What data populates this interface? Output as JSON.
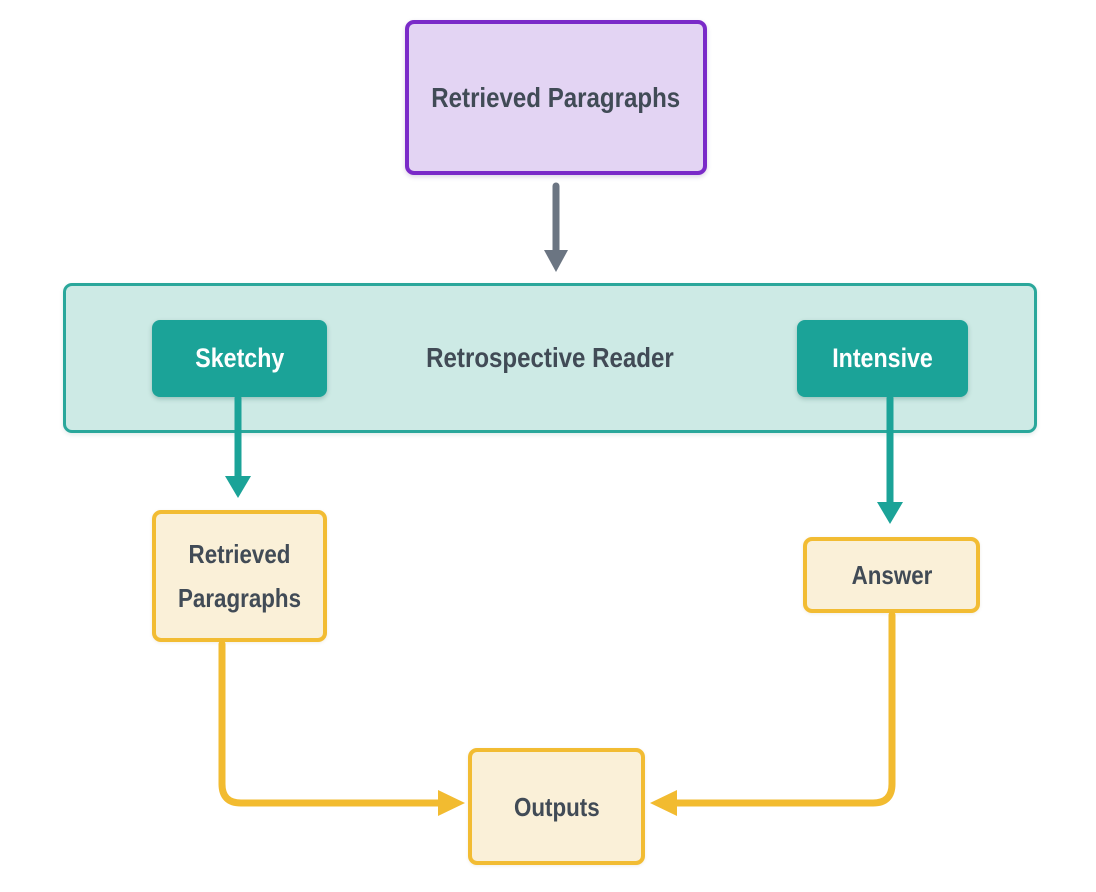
{
  "diagram": {
    "nodes": {
      "retrieved_top": {
        "label": "Retrieved Paragraphs"
      },
      "reader": {
        "label": "Retrospective Reader"
      },
      "sketchy": {
        "label": "Sketchy"
      },
      "intensive": {
        "label": "Intensive"
      },
      "retrieved_left": {
        "label": "Retrieved Paragraphs"
      },
      "answer": {
        "label": "Answer"
      },
      "outputs": {
        "label": "Outputs"
      }
    },
    "edges": [
      {
        "from": "retrieved_top",
        "to": "reader",
        "style": "gray-arrow"
      },
      {
        "from": "sketchy",
        "to": "retrieved_left",
        "style": "teal-arrow"
      },
      {
        "from": "intensive",
        "to": "answer",
        "style": "teal-arrow"
      },
      {
        "from": "retrieved_left",
        "to": "outputs",
        "style": "yellow-elbow-arrow"
      },
      {
        "from": "answer",
        "to": "outputs",
        "style": "yellow-elbow-arrow"
      }
    ]
  },
  "colors": {
    "purple-border": "#7a2ac8",
    "purple-fill": "#e3d4f3",
    "teal-border": "#2aa79b",
    "teal-fill": "#cdeae5",
    "teal-solid": "#1ba398",
    "gray-arrow": "#6b7582",
    "yellow-border": "#f2bc33",
    "yellow-fill": "#faf0d8",
    "yellow-line": "#f2bb30",
    "text-dark": "#414b56",
    "text-light": "#ffffff"
  }
}
